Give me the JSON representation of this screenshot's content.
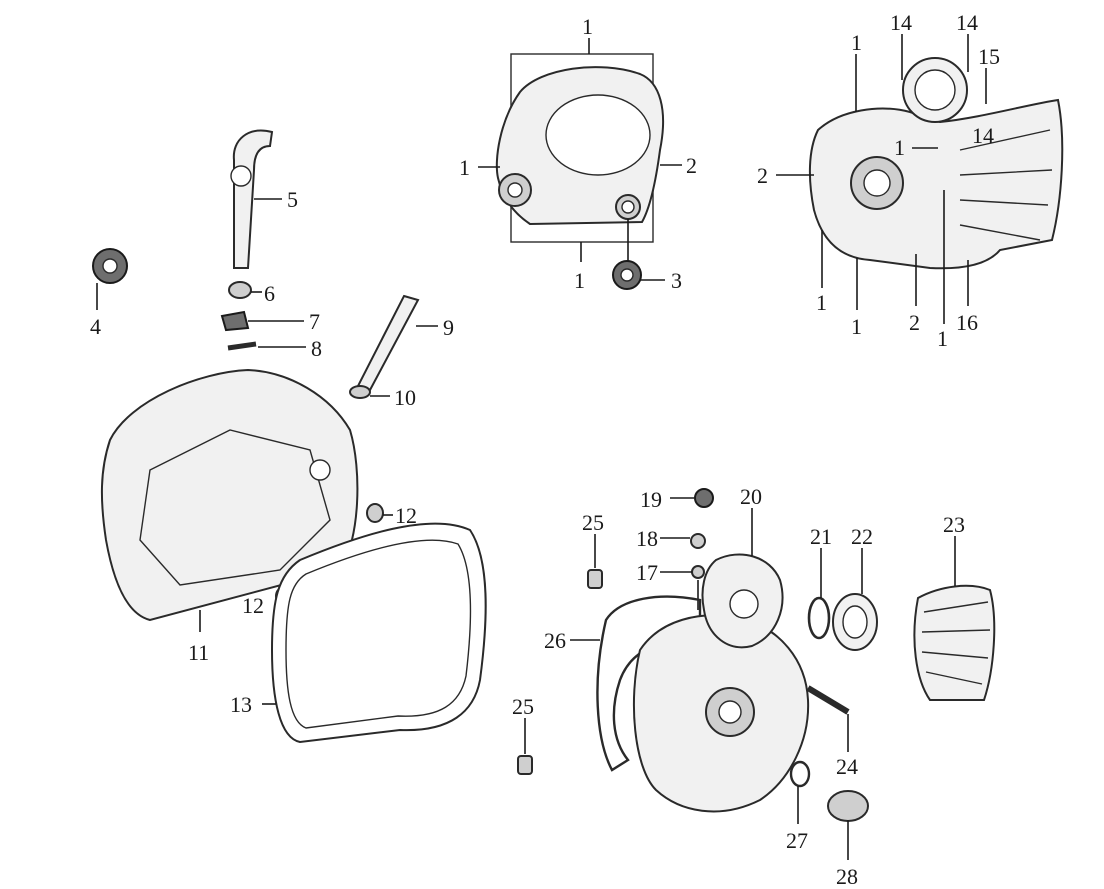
{
  "labels": {
    "l1a": "1",
    "l1b": "1",
    "l1c": "1",
    "l2a": "2",
    "l3": "3",
    "l4": "4",
    "l5": "5",
    "l6": "6",
    "l7": "7",
    "l8": "8",
    "l9": "9",
    "l10": "10",
    "l11": "11",
    "l12a": "12",
    "l12b": "12",
    "l13": "13",
    "r1a": "1",
    "r14a": "14",
    "r14b": "14",
    "r15": "15",
    "r1b": "1",
    "r14c": "14",
    "r2a": "2",
    "r1c": "1",
    "r1d": "1",
    "r2b": "2",
    "r1e": "1",
    "r16": "16",
    "b19": "19",
    "b20": "20",
    "b25a": "25",
    "b18": "18",
    "b17": "17",
    "b21": "21",
    "b22": "22",
    "b23": "23",
    "b26": "26",
    "b25b": "25",
    "b24": "24",
    "b27": "27",
    "b28": "28"
  },
  "colors": {
    "ink": "#1a1a1a",
    "fill": "#f1f1f1",
    "dark": "#6e6e6e"
  }
}
